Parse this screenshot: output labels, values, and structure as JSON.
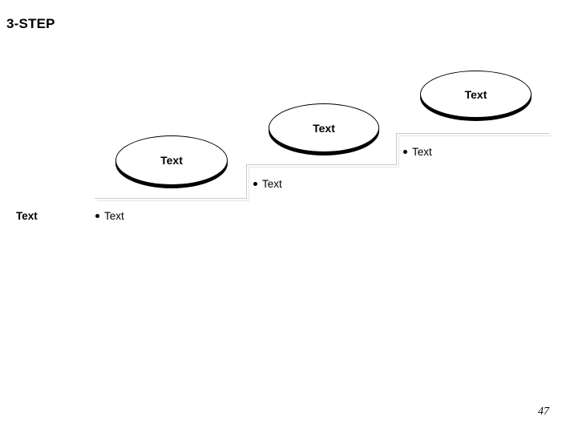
{
  "slide": {
    "title": "3-STEP",
    "page_number": "47",
    "side_label": "Text",
    "steps": [
      {
        "ellipse_label": "Text",
        "bullet": "Text"
      },
      {
        "ellipse_label": "Text",
        "bullet": "Text"
      },
      {
        "ellipse_label": "Text",
        "bullet": "Text"
      }
    ],
    "colors": {
      "background": "#ffffff",
      "text": "#000000",
      "step_line": "#c9c9c9",
      "step_line_shadow": "#e4e4e4",
      "ellipse_border": "#000000",
      "ellipse_shadow": "#000000"
    }
  }
}
